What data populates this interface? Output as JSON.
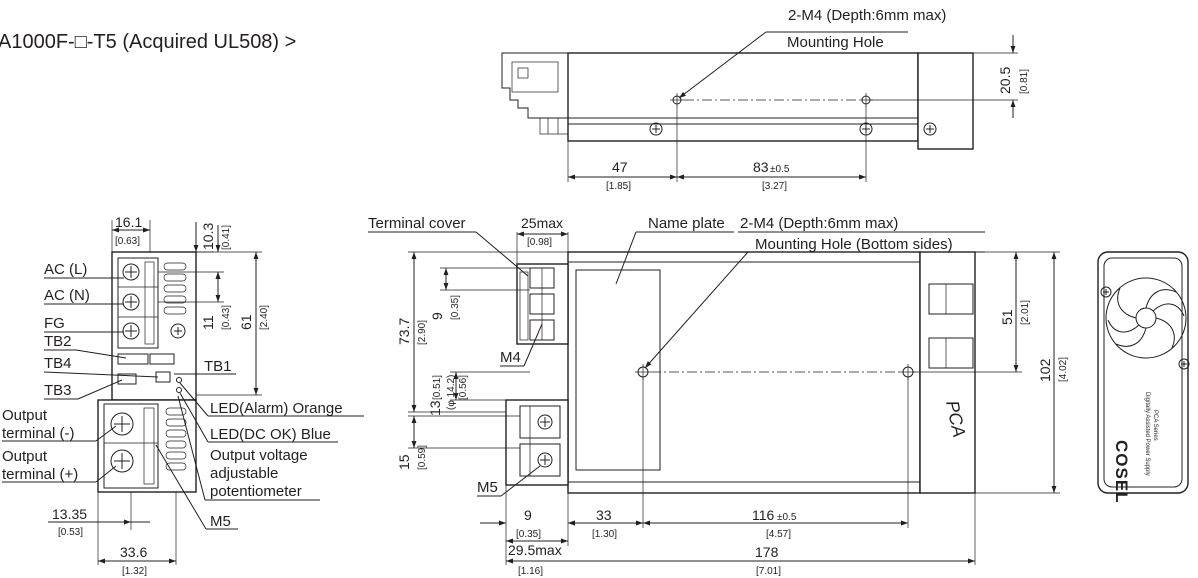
{
  "title": "A1000F-□-T5 (Acquired UL508) >",
  "top_view": {
    "hole_callout": "2-M4 (Depth:6mm max)",
    "hole_label": "Mounting Hole",
    "dim_height": "20.5",
    "dim_height_in": "[0.81]",
    "dim_a": "47",
    "dim_a_in": "[1.85]",
    "dim_b": "83",
    "dim_b_tol": "±0.5",
    "dim_b_in": "[3.27]"
  },
  "front_view": {
    "dim_width_top": "16.1",
    "dim_width_top_in": "[0.63]",
    "dim_top_gap": "10.3",
    "dim_top_gap_in": "[0.41]",
    "dim_pitch": "11",
    "dim_pitch_in": "[0.43]",
    "dim_height": "61",
    "dim_height_in": "[2.40]",
    "dim_offset": "13.35",
    "dim_offset_in": "[0.53]",
    "dim_width": "33.6",
    "dim_width_in": "[1.32]",
    "labels": {
      "ac_l": "AC (L)",
      "ac_n": "AC (N)",
      "fg": "FG",
      "tb2": "TB2",
      "tb4": "TB4",
      "tb3": "TB3",
      "tb1": "TB1",
      "led_alarm": "LED(Alarm) Orange",
      "led_dc": "LED(DC OK) Blue",
      "pot_1": "Output voltage",
      "pot_2": "adjustable",
      "pot_3": "potentiometer",
      "out_neg_1": "Output",
      "out_neg_2": "terminal (-)",
      "out_pos_1": "Output",
      "out_pos_2": "terminal (+)",
      "m5": "M5"
    }
  },
  "side_view": {
    "terminal_cover": "Terminal cover",
    "cover_dim": "25max",
    "cover_dim_in": "[0.98]",
    "name_plate": "Name plate",
    "hole_callout": "2-M4 (Depth:6mm max)",
    "hole_label": "Mounting Hole (Bottom sides)",
    "dim_737": "73.7",
    "dim_737_in": "[2.90]",
    "dim_9v": "9",
    "dim_9v_in": "[0.35]",
    "dim_13": "13",
    "dim_13_in": "[0.51]",
    "dim_phi": "(φ 14.2)",
    "dim_phi_in": "[0.56]",
    "dim_15": "15",
    "dim_15_in": "[0.59]",
    "m4": "M4",
    "m5": "M5",
    "dim_51": "51",
    "dim_51_in": "[2.01]",
    "dim_102": "102",
    "dim_102_in": "[4.02]",
    "dim_9h": "9",
    "dim_9h_in": "[0.35]",
    "dim_33": "33",
    "dim_33_in": "[1.30]",
    "dim_116": "116",
    "dim_116_tol": "±0.5",
    "dim_116_in": "[4.57]",
    "dim_295": "29.5max",
    "dim_295_in": "[1.16]",
    "dim_178": "178",
    "dim_178_in": "[7.01]",
    "model_mark": "PCA"
  },
  "rear_view": {
    "brand": "COSEL",
    "caption_1": "Digitally Assisted Power Supply",
    "caption_2": "PCA Series"
  }
}
